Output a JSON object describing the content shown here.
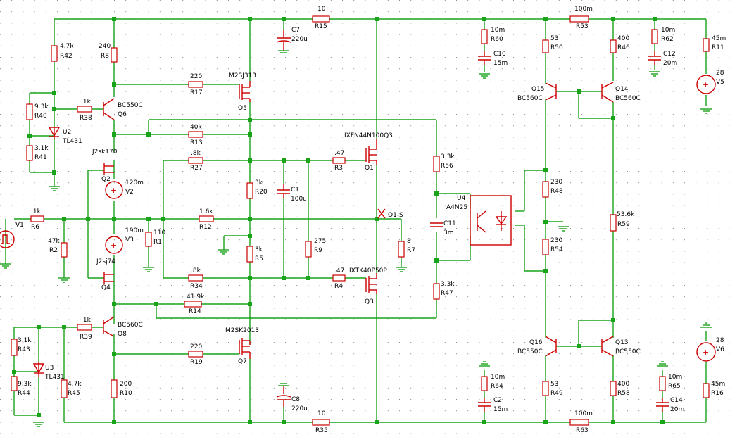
{
  "labels": [
    {
      "id": "r15",
      "name": "resistor-r15",
      "value": "10",
      "ref": "R15"
    },
    {
      "id": "r53",
      "name": "resistor-r53",
      "value": "100m",
      "ref": "R53"
    },
    {
      "id": "r35",
      "name": "resistor-r35",
      "value": "10",
      "ref": "R35"
    },
    {
      "id": "r63",
      "name": "resistor-r63",
      "value": "100m",
      "ref": "R63"
    },
    {
      "id": "r42",
      "name": "resistor-r42",
      "value": "4.7k",
      "ref": "R42"
    },
    {
      "id": "r8",
      "name": "resistor-r8",
      "value": "240",
      "ref": "R8"
    },
    {
      "id": "r40",
      "name": "resistor-r40",
      "value": "9.3k",
      "ref": "R40"
    },
    {
      "id": "r41",
      "name": "resistor-r41",
      "value": "3.1k",
      "ref": "R41"
    },
    {
      "id": "r38",
      "name": "resistor-r38",
      "value": ".1k",
      "ref": "R38"
    },
    {
      "id": "r17",
      "name": "resistor-r17",
      "value": "220",
      "ref": "R17"
    },
    {
      "id": "r13",
      "name": "resistor-r13",
      "value": "40k",
      "ref": "R13"
    },
    {
      "id": "r27",
      "name": "resistor-r27",
      "value": ".8k",
      "ref": "R27"
    },
    {
      "id": "r3",
      "name": "resistor-r3",
      "value": ".47",
      "ref": "R3"
    },
    {
      "id": "r6",
      "name": "resistor-r6",
      "value": ".1k",
      "ref": "R6"
    },
    {
      "id": "r2",
      "name": "resistor-r2",
      "value": "47k",
      "ref": "R2"
    },
    {
      "id": "r1",
      "name": "resistor-r1",
      "value": "110",
      "ref": "R1"
    },
    {
      "id": "r12",
      "name": "resistor-r12",
      "value": "1.6k",
      "ref": "R12"
    },
    {
      "id": "r20",
      "name": "resistor-r20",
      "value": "3k",
      "ref": "R20"
    },
    {
      "id": "r5",
      "name": "resistor-r5",
      "value": "3k",
      "ref": "R5"
    },
    {
      "id": "r9",
      "name": "resistor-r9",
      "value": "275",
      "ref": "R9"
    },
    {
      "id": "r7",
      "name": "resistor-r7",
      "value": "8",
      "ref": "R7"
    },
    {
      "id": "r34",
      "name": "resistor-r34",
      "value": ".8k",
      "ref": "R34"
    },
    {
      "id": "r4",
      "name": "resistor-r4",
      "value": ".47",
      "ref": "R4"
    },
    {
      "id": "r14",
      "name": "resistor-r14",
      "value": "41.9k",
      "ref": "R14"
    },
    {
      "id": "r39",
      "name": "resistor-r39",
      "value": ".1k",
      "ref": "R39"
    },
    {
      "id": "r43",
      "name": "resistor-r43",
      "value": "3.1k",
      "ref": "R43"
    },
    {
      "id": "r44",
      "name": "resistor-r44",
      "value": "9.3k",
      "ref": "R44"
    },
    {
      "id": "r45",
      "name": "resistor-r45",
      "value": "4.7k",
      "ref": "R45"
    },
    {
      "id": "r10",
      "name": "resistor-r10",
      "value": "200",
      "ref": "R10"
    },
    {
      "id": "r19",
      "name": "resistor-r19",
      "value": "220",
      "ref": "R19"
    },
    {
      "id": "r56",
      "name": "resistor-r56",
      "value": "3.3k",
      "ref": "R56"
    },
    {
      "id": "r47",
      "name": "resistor-r47",
      "value": "3.3k",
      "ref": "R47"
    },
    {
      "id": "r60",
      "name": "resistor-r60",
      "value": "10m",
      "ref": "R60"
    },
    {
      "id": "r64",
      "name": "resistor-r64",
      "value": "10m",
      "ref": "R64"
    },
    {
      "id": "r50",
      "name": "resistor-r50",
      "value": "53",
      "ref": "R50"
    },
    {
      "id": "r46",
      "name": "resistor-r46",
      "value": "400",
      "ref": "R46"
    },
    {
      "id": "r62",
      "name": "resistor-r62",
      "value": "10m",
      "ref": "R62"
    },
    {
      "id": "r11",
      "name": "resistor-r11",
      "value": "45m",
      "ref": "R11"
    },
    {
      "id": "r48",
      "name": "resistor-r48",
      "value": "230",
      "ref": "R48"
    },
    {
      "id": "r54",
      "name": "resistor-r54",
      "value": "230",
      "ref": "R54"
    },
    {
      "id": "r59",
      "name": "resistor-r59",
      "value": "53.6k",
      "ref": "R59"
    },
    {
      "id": "r49",
      "name": "resistor-r49",
      "value": "53",
      "ref": "R49"
    },
    {
      "id": "r58",
      "name": "resistor-r58",
      "value": "400",
      "ref": "R58"
    },
    {
      "id": "r65",
      "name": "resistor-r65",
      "value": "10m",
      "ref": "R65"
    },
    {
      "id": "r16",
      "name": "resistor-r16",
      "value": "45m",
      "ref": "R16"
    },
    {
      "id": "c7",
      "name": "capacitor-c7",
      "value": "220u",
      "ref": "C7"
    },
    {
      "id": "c8",
      "name": "capacitor-c8",
      "value": "220u",
      "ref": "C8"
    },
    {
      "id": "c1",
      "name": "capacitor-c1",
      "value": "100u",
      "ref": "C1"
    },
    {
      "id": "c11",
      "name": "capacitor-c11",
      "value": "3m",
      "ref": "C11"
    },
    {
      "id": "c10",
      "name": "capacitor-c10",
      "value": "15m",
      "ref": "C10"
    },
    {
      "id": "c2",
      "name": "capacitor-c2",
      "value": "15m",
      "ref": "C2"
    },
    {
      "id": "c12",
      "name": "capacitor-c12",
      "value": "20m",
      "ref": "C12"
    },
    {
      "id": "c14",
      "name": "capacitor-c14",
      "value": "20m",
      "ref": "C14"
    },
    {
      "id": "q6",
      "name": "transistor-q6",
      "value": "BC550C",
      "ref": "Q6"
    },
    {
      "id": "q8",
      "name": "transistor-q8",
      "value": "BC560C",
      "ref": "Q8"
    },
    {
      "id": "q5",
      "name": "mosfet-q5",
      "value": "M2SJ313",
      "ref": "Q5"
    },
    {
      "id": "q7",
      "name": "mosfet-q7",
      "value": "M2SK2013",
      "ref": "Q7"
    },
    {
      "id": "q1",
      "name": "mosfet-q1",
      "value": "IXFN44N100Q3",
      "ref": "Q1"
    },
    {
      "id": "q3",
      "name": "mosfet-q3",
      "value": "IXTK40P50P",
      "ref": "Q3"
    },
    {
      "id": "q2",
      "name": "jfet-q2",
      "value": "J2sk170",
      "ref": "Q2"
    },
    {
      "id": "q4",
      "name": "jfet-q4",
      "value": "J2sj74",
      "ref": "Q4"
    },
    {
      "id": "q15",
      "name": "transistor-q15",
      "value": "BC560C",
      "ref": "Q15"
    },
    {
      "id": "q14",
      "name": "transistor-q14",
      "value": "BC560C",
      "ref": "Q14"
    },
    {
      "id": "q16",
      "name": "transistor-q16",
      "value": "BC550C",
      "ref": "Q16"
    },
    {
      "id": "q13",
      "name": "transistor-q13",
      "value": "BC550C",
      "ref": "Q13"
    },
    {
      "id": "u2",
      "name": "regulator-u2",
      "value": "TL431",
      "ref": "U2"
    },
    {
      "id": "u3",
      "name": "regulator-u3",
      "value": "TL431",
      "ref": "U3"
    },
    {
      "id": "u4",
      "name": "optocoupler-u4",
      "value": "A4N25",
      "ref": "U4"
    },
    {
      "id": "v2",
      "name": "voltage-source-v2",
      "value": "120m",
      "ref": "V2"
    },
    {
      "id": "v3",
      "name": "voltage-source-v3",
      "value": "190m",
      "ref": "V3"
    },
    {
      "id": "v5",
      "name": "voltage-source-v5",
      "value": "28",
      "ref": "V5"
    },
    {
      "id": "v6",
      "name": "voltage-source-v6",
      "value": "28",
      "ref": "V6"
    }
  ],
  "v1_label": "V1",
  "probe_label": "Q1-S"
}
